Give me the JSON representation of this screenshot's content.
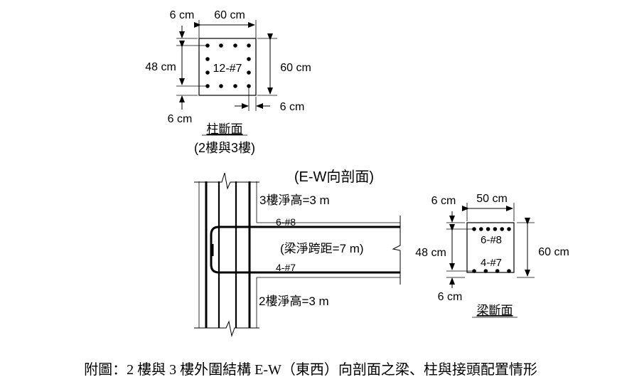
{
  "column_section": {
    "title": "柱斷面",
    "subtitle": "(2樓與3樓)",
    "width_label": "60 cm",
    "height_label": "60 cm",
    "top_cover_label": "6 cm",
    "bottom_cover_label": "6 cm",
    "side_cover_label": "6 cm",
    "inner_label": "48 cm",
    "rebar_label": "12-#7",
    "rebar_count": 12
  },
  "elevation": {
    "title": "(E-W向剖面)",
    "upper_floor_label": "3樓淨高=3 m",
    "lower_floor_label": "2樓淨高=3 m",
    "top_rebar_label": "6-#8",
    "bottom_rebar_label": "4-#7",
    "span_label": "(梁淨跨距=7 m)"
  },
  "beam_section": {
    "title": "梁斷面",
    "width_label": "50 cm",
    "height_label": "60 cm",
    "top_cover_label": "6 cm",
    "bottom_cover_label": "6 cm",
    "inner_label": "48 cm",
    "top_rebar_label": "6-#8",
    "bottom_rebar_label": "4-#7",
    "top_rebar_count": 6,
    "bottom_rebar_count": 4
  },
  "figure_caption": "附圖：2 樓與 3 樓外圍結構 E-W（東西）向剖面之梁、柱與接頭配置情形"
}
